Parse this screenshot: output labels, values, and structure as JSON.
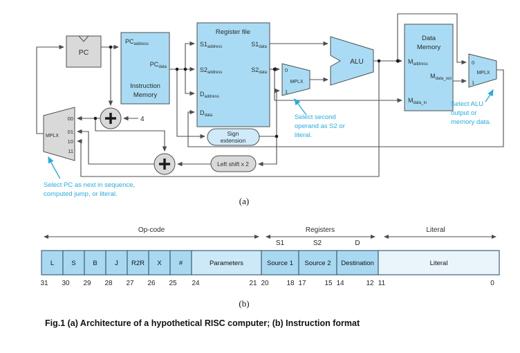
{
  "figure": {
    "part_a_label": "(a)",
    "part_b_label": "(b)",
    "caption": "Fig.1  (a) Architecture of a hypothetical RISC computer; (b) Instruction format"
  },
  "colors": {
    "box_blue": "#a9dcf4",
    "box_blue_light": "#cfeaf9",
    "box_gray": "#d9d9d9",
    "annotation_cyan": "#29abe2",
    "wire": "#4d4d4d",
    "format_mid_blue": "#a9d9f1",
    "format_light_blue": "#cde8f7",
    "format_lightest_blue": "#e9f4fb"
  },
  "architecture": {
    "pc": {
      "label": "PC"
    },
    "constant_four": "4",
    "instruction_memory": {
      "title1": "Instruction",
      "title2": "Memory",
      "pc_address": {
        "main": "PC",
        "sub": "address"
      },
      "pc_data": {
        "main": "PC",
        "sub": "data"
      }
    },
    "register_file": {
      "title": "Register file",
      "s1_address": {
        "main": "S1",
        "sub": "address"
      },
      "s2_address": {
        "main": "S2",
        "sub": "address"
      },
      "d_address": {
        "main": "D",
        "sub": "address"
      },
      "d_data": {
        "main": "D",
        "sub": "data"
      },
      "s1_data": {
        "main": "S1",
        "sub": "data"
      },
      "s2_data": {
        "main": "S2",
        "sub": "data"
      }
    },
    "sign_extension": {
      "line1": "Sign",
      "line2": "extension"
    },
    "left_shift": {
      "label": "Left shift x 2"
    },
    "alu": {
      "label": "ALU"
    },
    "data_memory": {
      "title1": "Data",
      "title2": "Memory",
      "m_address": {
        "main": "M",
        "sub": "address"
      },
      "m_data_out": {
        "main": "M",
        "sub": "data_out"
      },
      "m_data_in": {
        "main": "M",
        "sub": "data_in"
      }
    },
    "pc_mux": {
      "label": "MPLX",
      "in00": "00",
      "in01": "01",
      "in10": "10",
      "in11": "11"
    },
    "operand_mux": {
      "label": "MPLX",
      "in0": "0",
      "in1": "1"
    },
    "result_mux": {
      "label": "MPLX",
      "in0": "0",
      "in1": "1"
    },
    "annotations": {
      "pc_select_1": "Select PC as next in sequence,",
      "pc_select_2": "computed jump, or literal.",
      "operand_select_1": "Select second",
      "operand_select_2": "operand as S2 or",
      "operand_select_3": "literal.",
      "result_select_1": "Select ALU",
      "result_select_2": "output or",
      "result_select_3": "memory data."
    }
  },
  "instruction_format": {
    "group_opcode": "Op-code",
    "group_registers": "Registers",
    "group_literal": "Literal",
    "sub_s1": "S1",
    "sub_s2": "S2",
    "sub_d": "D",
    "fields": [
      {
        "label": "L",
        "bit": "31"
      },
      {
        "label": "S",
        "bit": "30"
      },
      {
        "label": "B",
        "bit": "29"
      },
      {
        "label": "J",
        "bit": "28"
      },
      {
        "label": "R2R",
        "bit": "27"
      },
      {
        "label": "X",
        "bit": "26"
      },
      {
        "label": "#",
        "bit": "25"
      },
      {
        "label": "Parameters",
        "bit_left": "24",
        "bit_right": "21"
      },
      {
        "label": "Source 1",
        "bit_left": "20",
        "bit_right": "18"
      },
      {
        "label": "Source 2",
        "bit_left": "17",
        "bit_right": "15"
      },
      {
        "label": "Destination",
        "bit_left": "14",
        "bit_right": "12"
      },
      {
        "label": "Literal",
        "bit_left": "11",
        "bit_right": "0"
      }
    ]
  }
}
